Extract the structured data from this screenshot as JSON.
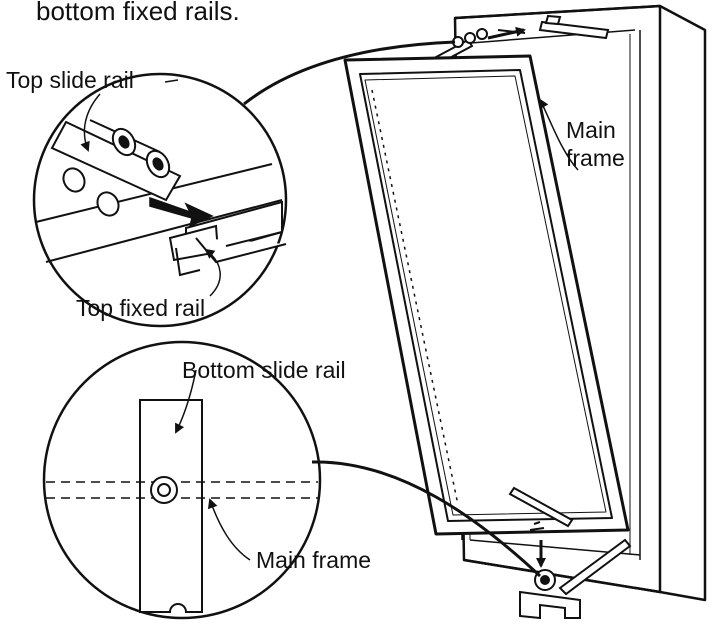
{
  "header_text": "bottom fixed rails.",
  "labels": {
    "top_slide_rail": "Top slide rail",
    "top_fixed_rail": "Top fixed rail",
    "main_frame_line1": "Main",
    "main_frame_line2": "frame",
    "bottom_slide_rail": "Bottom slide rail",
    "main_frame_bottom": "Main frame"
  },
  "colors": {
    "ink": "#111111",
    "paper": "#ffffff"
  },
  "icons": {
    "arrow": "down-arrow-icon"
  }
}
